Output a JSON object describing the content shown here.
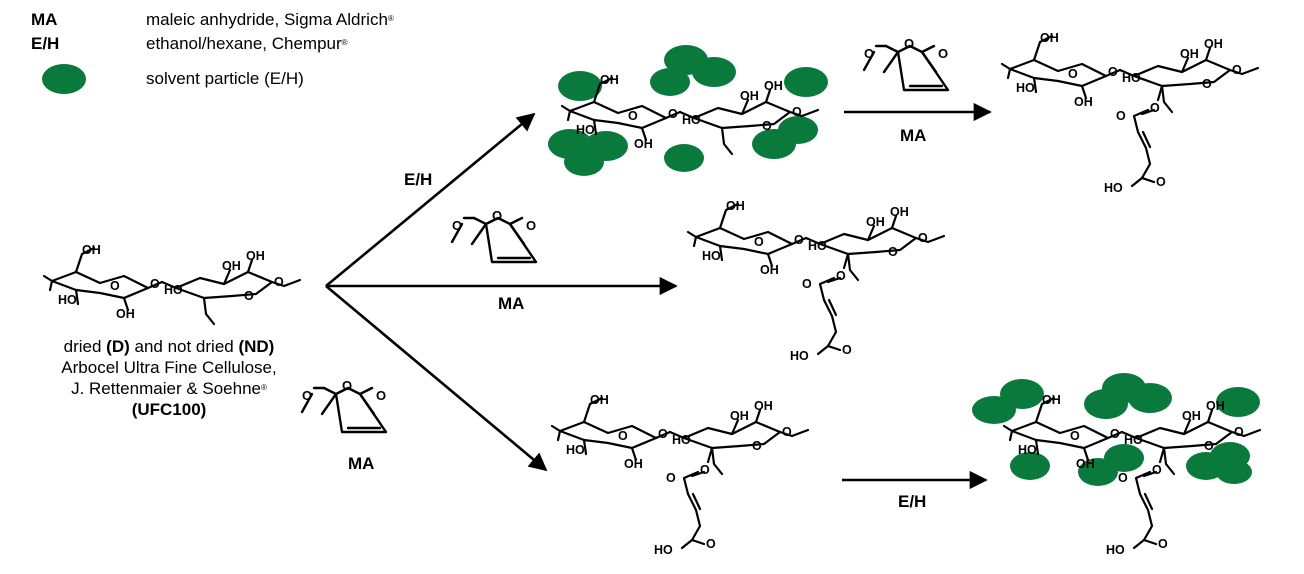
{
  "legend": {
    "items": [
      {
        "key": "MA",
        "desc": "maleic anhydride, Sigma Aldrich",
        "mark": "®"
      },
      {
        "key": "E/H",
        "desc": "ethanol/hexane, Chempur",
        "mark": "®"
      },
      {
        "key": "",
        "desc": "solvent particle (E/H)",
        "mark": ""
      }
    ],
    "particle_color": "#0a7a3c"
  },
  "start_material": {
    "line1_pre": "dried ",
    "line1_d": "(D)",
    "line1_mid": " and not dried ",
    "line1_nd": "(ND)",
    "line2": "Arbocel Ultra Fine Cellulose,",
    "line3": "J. Rettenmaier & Soehne",
    "line3_mark": "®",
    "line4": "(UFC100)"
  },
  "arrows": {
    "upper_first": "E/H",
    "upper_second": "MA",
    "middle": "MA",
    "lower_first": "MA",
    "lower_second": "E/H"
  },
  "atoms": {
    "oh": "OH",
    "ho": "HO",
    "o": "O"
  }
}
